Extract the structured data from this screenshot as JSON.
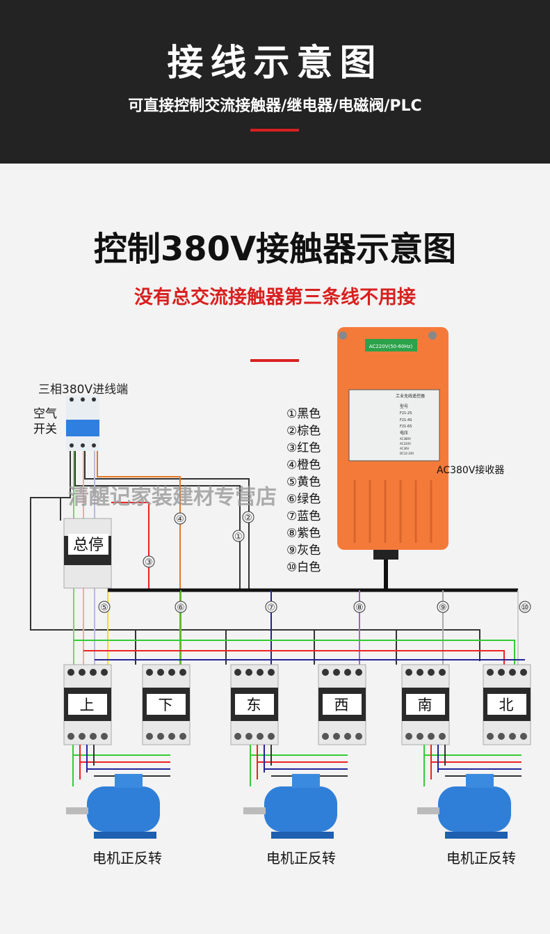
{
  "header": {
    "title": "接线示意图",
    "subtitle": "可直接控制交流接触器/继电器/电磁阀/PLC"
  },
  "main": {
    "title": "控制380V接触器示意图",
    "note": "没有总交流接触器第三条线不用接"
  },
  "diagram": {
    "input_label": "三相380V进线端",
    "breaker_label_1": "空气",
    "breaker_label_2": "开关",
    "receiver_label": "AC380V接收器",
    "receiver": {
      "voltage_tag": "AC220V(50-60Hz)",
      "product": "工业无线遥控器",
      "model_label": "型号",
      "models": [
        "F21-2S",
        "F21-4S",
        "F21-6S"
      ],
      "voltage_label": "电压",
      "voltages": [
        "AC380V",
        "AC220V",
        "AC36V",
        "DC12-24V"
      ]
    },
    "colors": [
      "①黑色",
      "②棕色",
      "③红色",
      "④橙色",
      "⑤黄色",
      "⑥绿色",
      "⑦蓝色",
      "⑧紫色",
      "⑨灰色",
      "⑩白色"
    ],
    "wire_numbers": [
      "①",
      "②",
      "③",
      "④",
      "⑤",
      "⑥",
      "⑦",
      "⑧",
      "⑨",
      "⑩"
    ],
    "main_contactor": "总停",
    "contactors": [
      "上",
      "下",
      "东",
      "西",
      "南",
      "北"
    ],
    "motor_labels": [
      "电机正反转",
      "电机正反转",
      "电机正反转"
    ],
    "watermark": "清醒记家装建材专营店"
  }
}
